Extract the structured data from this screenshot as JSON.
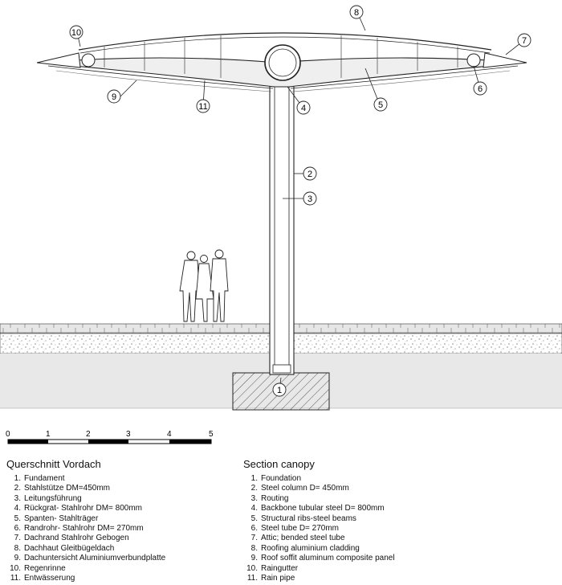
{
  "callouts": [
    "1",
    "2",
    "3",
    "4",
    "5",
    "6",
    "7",
    "8",
    "9",
    "10",
    "11"
  ],
  "scale": {
    "ticks": [
      "0",
      "1",
      "2",
      "3",
      "4",
      "5"
    ]
  },
  "legend_de": {
    "title": "Querschnitt Vordach",
    "items": [
      {
        "n": "1.",
        "t": "Fundament"
      },
      {
        "n": "2.",
        "t": "Stahlstütze DM=450mm"
      },
      {
        "n": "3.",
        "t": "Leitungsführung"
      },
      {
        "n": "4.",
        "t": "Rückgrat- Stahlrohr DM= 800mm"
      },
      {
        "n": "5.",
        "t": "Spanten- Stahlträger"
      },
      {
        "n": "6.",
        "t": "Randrohr- Stahlrohr DM= 270mm"
      },
      {
        "n": "7.",
        "t": "Dachrand Stahlrohr Gebogen"
      },
      {
        "n": "8.",
        "t": "Dachhaut Gleitbügeldach"
      },
      {
        "n": "9.",
        "t": "Dachuntersicht Aluminiumverbundplatte"
      },
      {
        "n": "10.",
        "t": "Regenrinne"
      },
      {
        "n": "11.",
        "t": "Entwässerung"
      }
    ]
  },
  "legend_en": {
    "title": "Section canopy",
    "items": [
      {
        "n": "1.",
        "t": "Foundation"
      },
      {
        "n": "2.",
        "t": "Steel column D= 450mm"
      },
      {
        "n": "3.",
        "t": "Routing"
      },
      {
        "n": "4.",
        "t": "Backbone tubular steel D= 800mm"
      },
      {
        "n": "5.",
        "t": "Structural ribs-steel beams"
      },
      {
        "n": "6.",
        "t": "Steel tube D= 270mm"
      },
      {
        "n": "7.",
        "t": "Attic; bended steel tube"
      },
      {
        "n": "8.",
        "t": "Roofing aluminium cladding"
      },
      {
        "n": "9.",
        "t": "Roof soffit aluminum composite panel"
      },
      {
        "n": "10.",
        "t": "Raingutter"
      },
      {
        "n": "11.",
        "t": "Rain pipe"
      }
    ]
  }
}
